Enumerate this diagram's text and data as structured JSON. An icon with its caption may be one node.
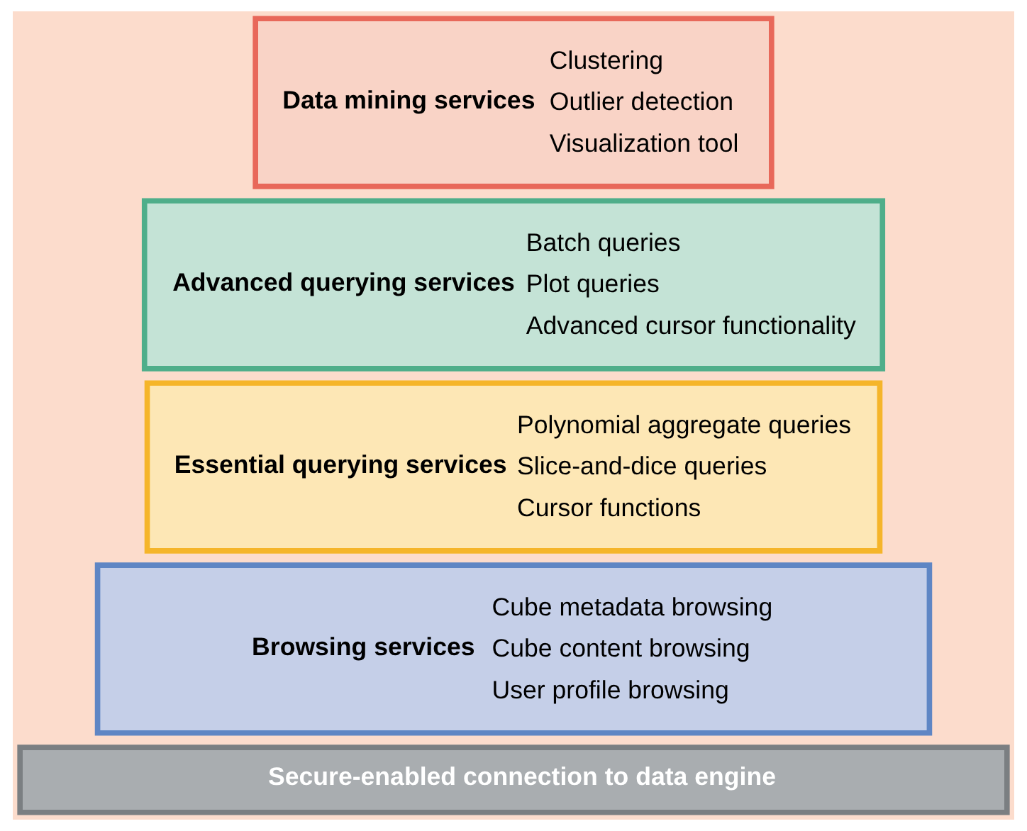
{
  "diagram": {
    "nodes": [
      {
        "text": [
          "Data mining services",
          "Clustering",
          "Outlier detection",
          "Visualization tool"
        ]
      },
      {
        "text": [
          "Advanced querying services",
          "Batch queries",
          "Plot queries",
          "Advanced cursor functionality"
        ]
      },
      {
        "text": [
          "Essential querying services",
          "Polynomial aggregate queries",
          "Slice-and-dice queries",
          "Cursor functions"
        ]
      },
      {
        "text": [
          "Browsing services",
          "Cube metadata browsing",
          "Cube content browsing",
          "User profile browsing"
        ]
      },
      {
        "text": [
          "Secure-enabled connection to data engine"
        ]
      }
    ]
  }
}
